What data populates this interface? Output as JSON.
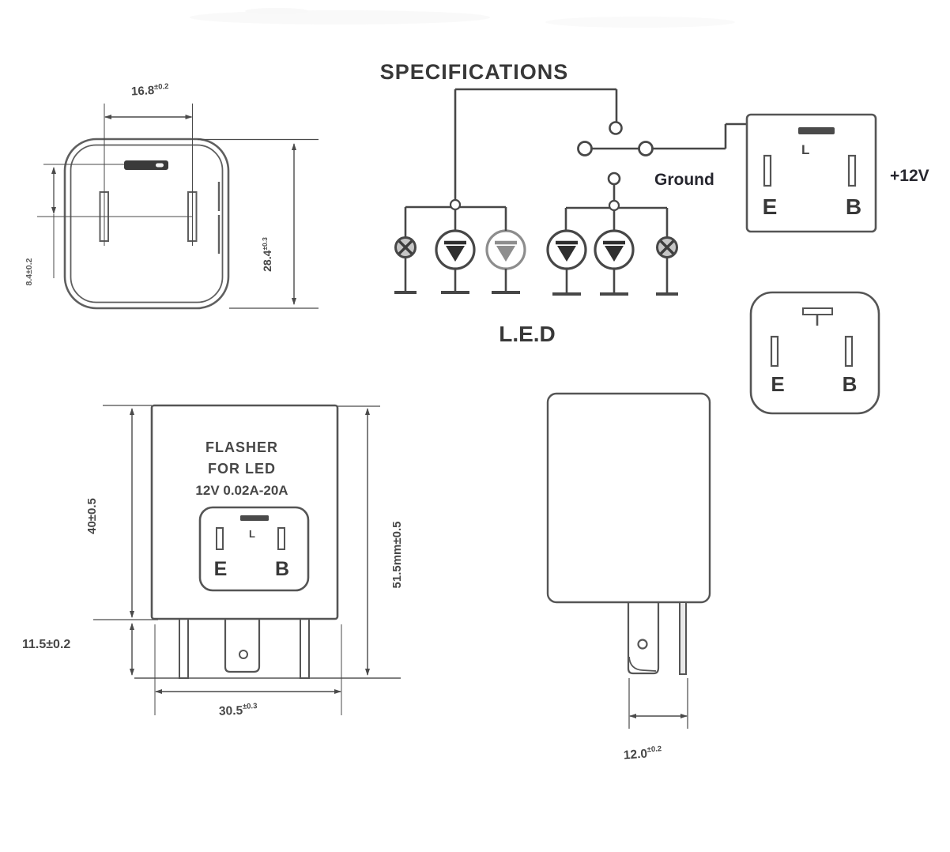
{
  "title": "SPECIFICATIONS",
  "top_view": {
    "dim_width": "16.8",
    "dim_width_tol": "±0.2",
    "dim_height": "28.4",
    "dim_height_tol": "±0.3",
    "dim_side": "8.4±0.2"
  },
  "circuit": {
    "led_label": "L.E.D",
    "ground_label": "Ground",
    "plus12v_label": "+12V"
  },
  "pinout_top_right": {
    "l_label": "L",
    "e_label": "E",
    "b_label": "B"
  },
  "pinout_mid_right": {
    "e_label": "E",
    "b_label": "B"
  },
  "front_view": {
    "line1": "FLASHER",
    "line2": "FOR LED",
    "line3": "12V 0.02A-20A",
    "l_label": "L",
    "e_label": "E",
    "b_label": "B",
    "dim_body": "40±0.5",
    "dim_pin": "11.5±0.2",
    "dim_width": "30.5",
    "dim_width_tol": "±0.3",
    "dim_total": "51.5mm±0.5"
  },
  "side_view": {
    "dim_pin_width": "12.0",
    "dim_pin_width_tol": "±0.2"
  },
  "colors": {
    "line_color": "#555555",
    "dim_text_color": "#474747",
    "annotation_color": "#26262e"
  }
}
